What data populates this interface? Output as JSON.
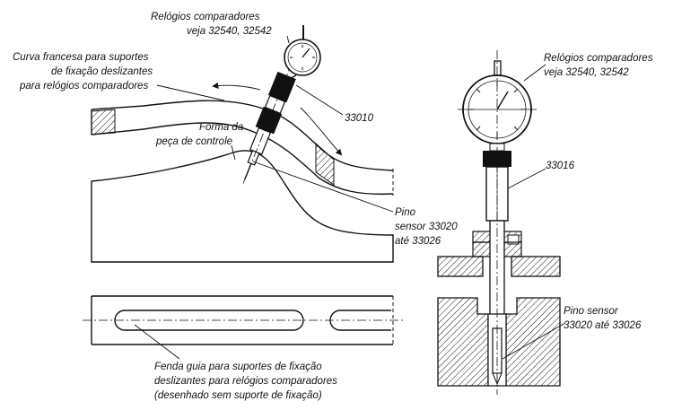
{
  "labels": {
    "dial_top_line1": "Relógios comparadores",
    "dial_top_line2": "veja 32540, 32542",
    "curve_line1": "Curva francesa para suportes",
    "curve_line2": "de fixação deslizantes",
    "curve_line3": "para relógios comparadores",
    "part_33010": "33010",
    "form_line1": "Forma da",
    "form_line2": "peça de controle",
    "pin_left_line1": "Pino",
    "pin_left_line2": "sensor 33020",
    "pin_left_line3": "até 33026",
    "slot_line1": "Fenda guia para suportes de fixação",
    "slot_line2": "deslizantes para relógios comparadores",
    "slot_line3": "(desenhado sem suporte de fixação)",
    "dial_right_line1": "Relógios comparadores",
    "dial_right_line2": "veja 32540, 32542",
    "part_33016": "33016",
    "pin_right_line1": "Pino sensor",
    "pin_right_line2": "33020 até 33026"
  },
  "icons": [
    "dial-gauge-icon",
    "hatch-pattern-icon",
    "arrow-icon"
  ]
}
